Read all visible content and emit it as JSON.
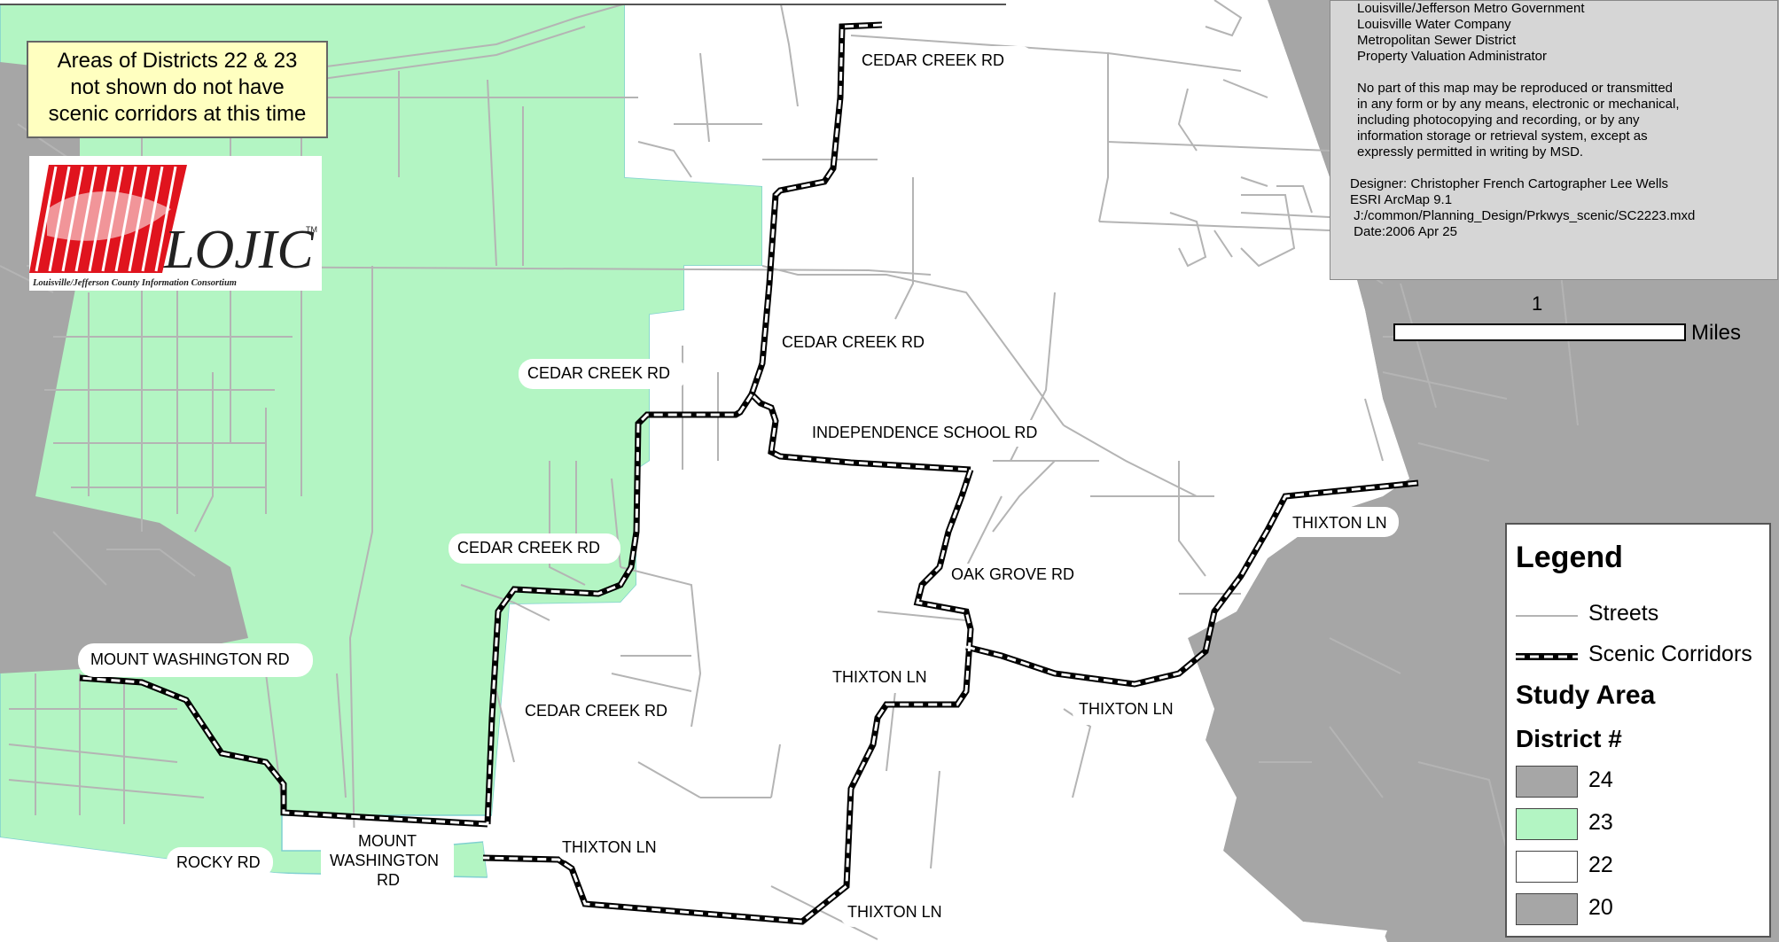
{
  "credits": {
    "lines": [
      "Louisville/Jefferson Metro Government",
      "Louisville Water Company",
      "Metropolitan Sewer District",
      "Property Valuation Administrator"
    ],
    "copyright": [
      "No part of this map may be reproduced or transmitted",
      "in any form or by any means, electronic or mechanical,",
      "including photocopying and recording, or by any",
      "information storage or retrieval system, except as",
      "expressly permitted in writing by MSD."
    ],
    "designer": [
      "Designer: Christopher French Cartographer Lee Wells",
      "ESRI ArcMap 9.1",
      " J:/common/Planning_Design/Prkwys_scenic/SC2223.mxd",
      " Date:2006 Apr 25"
    ]
  },
  "callout": {
    "lines": [
      "Areas of Districts 22 & 23",
      "not shown do not have",
      "scenic corridors at this time"
    ]
  },
  "logo": {
    "text": "LOJIC",
    "tm": "TM",
    "subtitle": "Louisville/Jefferson County Information Consortium"
  },
  "scalebar": {
    "value": "1",
    "unit": "Miles"
  },
  "road_labels": [
    "CEDAR CREEK RD",
    "CEDAR CREEK RD",
    "CEDAR CREEK RD",
    "CEDAR CREEK RD",
    "CEDAR CREEK RD",
    "INDEPENDENCE SCHOOL RD",
    "OAK GROVE RD",
    "THIXTON LN",
    "THIXTON LN",
    "THIXTON LN",
    "THIXTON LN",
    "THIXTON LN",
    "MOUNT WASHINGTON RD",
    "ROCKY RD",
    "MOUNT",
    "WASHINGTON",
    "RD"
  ],
  "legend": {
    "title": "Legend",
    "streets": "Streets",
    "scenic": "Scenic Corridors",
    "study_area": "Study Area",
    "district_heading": "District #",
    "districts": [
      {
        "label": "24",
        "color": "#a6a6a6"
      },
      {
        "label": "23",
        "color": "#b3f5c3"
      },
      {
        "label": "22",
        "color": "#ffffff"
      },
      {
        "label": "20",
        "color": "#a6a6a6"
      }
    ]
  },
  "colors": {
    "district_gray": "#a6a6a6",
    "district_green": "#b3f5c3",
    "district_white": "#ffffff",
    "street": "#b4b4b4",
    "callout_bg": "#ffffc0",
    "credits_bg": "#d6d6d6",
    "logo_red": "#e0141e"
  }
}
